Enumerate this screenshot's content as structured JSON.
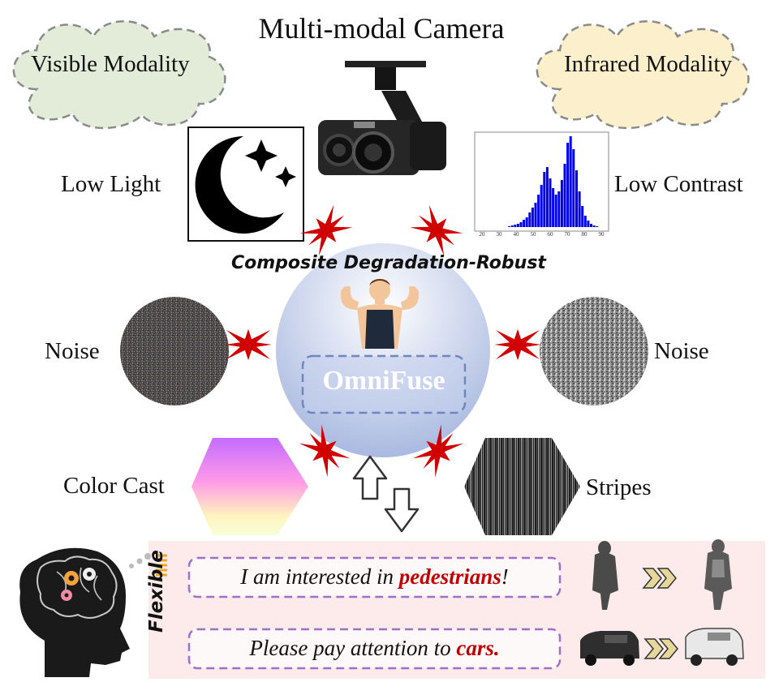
{
  "title": "Multi-modal Camera",
  "clouds": {
    "visible": "Visible Modality",
    "infrared": "Infrared Modality"
  },
  "degradations": {
    "low_light": "Low Light",
    "low_contrast": "Low Contrast",
    "noise_left": "Noise",
    "noise_right": "Noise",
    "color_cast": "Color Cast",
    "stripes": "Stripes"
  },
  "histogram": {
    "ticks": [
      "20",
      "30",
      "40",
      "50",
      "60",
      "70",
      "80",
      "90"
    ]
  },
  "center": {
    "subtitle": "Composite Degradation-Robust",
    "name": "OmniFuse"
  },
  "prompts": {
    "side_label": "Flexible",
    "p1_prefix": "I am interested in ",
    "p1_keyword": "pedestrians",
    "p1_suffix": "!",
    "p2_prefix": "Please pay attention to ",
    "p2_keyword": "cars."
  },
  "colors": {
    "visible_cloud": "#e3ecd8",
    "infrared_cloud": "#fbefcc",
    "center_top": "#ffffff",
    "center_bottom": "#a9b9e0",
    "burst": "#d10000",
    "keyword": "#c00000",
    "panel": "#fcebea",
    "dash": "#a070c8",
    "histogram_bar": "#0000ee"
  }
}
